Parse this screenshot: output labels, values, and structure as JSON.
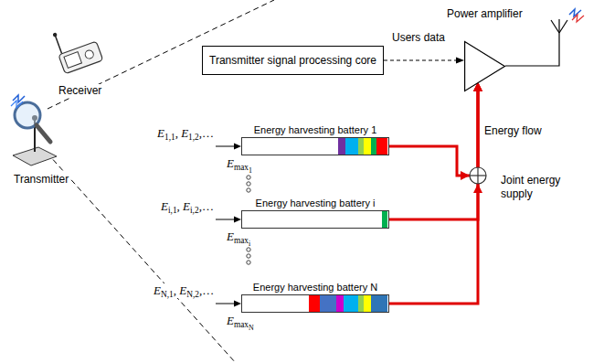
{
  "diagram": {
    "nodes": [
      {
        "text": [
          "Transmitter signal processing core"
        ]
      },
      {
        "text": [
          "Power amplifier"
        ]
      },
      {
        "text": [
          "Energy harvesting battery 1"
        ]
      },
      {
        "text": [
          "Energy harvesting battery i"
        ]
      },
      {
        "text": [
          "Energy harvesting battery N"
        ]
      }
    ],
    "edges": [
      {
        "from": 0,
        "to": 1,
        "arrow": "to",
        "label": "Users data"
      },
      {
        "from": 2,
        "to": 1,
        "arrow": "to"
      },
      {
        "from": 3,
        "to": 1,
        "arrow": "to"
      },
      {
        "from": 4,
        "to": 1,
        "arrow": "to"
      }
    ],
    "labels": [
      "Receiver",
      "Transmitter",
      "Energy flow",
      "Joint energy supply",
      "E1,1, E1,2,…",
      "Emax1",
      "Ei,1, Ei,2,…",
      "Emaxi",
      "EN,1, EN,2,…",
      "EmaxN"
    ]
  }
}
